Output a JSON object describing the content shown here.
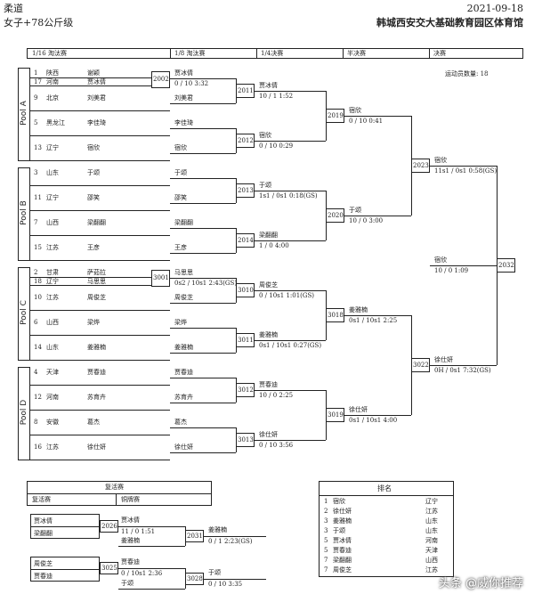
{
  "header": {
    "sport": "柔道",
    "event": "女子+78公斤级",
    "date": "2021-09-18",
    "venue": "韩城西安交大基础教育园区体育馆"
  },
  "rounds": [
    "1/16 淘汰赛",
    "1/8 淘汰赛",
    "1/4决赛",
    "半决赛",
    "决赛"
  ],
  "athlete_count": "运动员数量: 18",
  "pools": [
    "Pool A",
    "Pool B",
    "Pool C",
    "Pool D"
  ],
  "entries": [
    {
      "seed": "1",
      "prov": "陕西",
      "name": "谢颖"
    },
    {
      "seed": "17",
      "prov": "河南",
      "name": "贾冰倩"
    },
    {
      "seed": "9",
      "prov": "北京",
      "name": "刘美君"
    },
    {
      "seed": "5",
      "prov": "黑龙江",
      "name": "李佳琦"
    },
    {
      "seed": "13",
      "prov": "辽宁",
      "name": "宿欣"
    },
    {
      "seed": "3",
      "prov": "山东",
      "name": "于颂"
    },
    {
      "seed": "11",
      "prov": "辽宁",
      "name": "邵笑"
    },
    {
      "seed": "7",
      "prov": "山西",
      "name": "梁翻翻"
    },
    {
      "seed": "15",
      "prov": "江苏",
      "name": "王彦"
    },
    {
      "seed": "2",
      "prov": "甘肃",
      "name": "萨茹拉"
    },
    {
      "seed": "18",
      "prov": "辽宁",
      "name": "马思思"
    },
    {
      "seed": "10",
      "prov": "江苏",
      "name": "周俊芝"
    },
    {
      "seed": "6",
      "prov": "山西",
      "name": "梁烨"
    },
    {
      "seed": "14",
      "prov": "山东",
      "name": "姜雅楠"
    },
    {
      "seed": "4",
      "prov": "天津",
      "name": "贾春迪"
    },
    {
      "seed": "12",
      "prov": "河南",
      "name": "苏育卉"
    },
    {
      "seed": "8",
      "prov": "安徽",
      "name": "葛杰"
    },
    {
      "seed": "16",
      "prov": "江苏",
      "name": "徐仕妍"
    }
  ],
  "matches": {
    "m2002": {
      "no": "2002",
      "winner": "贾冰倩",
      "score": "0 / 10 3:32"
    },
    "m3001": {
      "no": "3001",
      "winner": "马思思",
      "score": "0s2 / 10s1 2:43(GS)"
    },
    "r8": [
      {
        "name": "贾冰倩"
      },
      {
        "name": "刘美君"
      },
      {
        "name": "李佳琦"
      },
      {
        "name": "宿欣"
      },
      {
        "name": "于颂"
      },
      {
        "name": "邵笑"
      },
      {
        "name": "梁翻翻"
      },
      {
        "name": "王彦"
      },
      {
        "name": "马思思"
      },
      {
        "name": "周俊芝"
      },
      {
        "name": "梁烨"
      },
      {
        "name": "姜雅楠"
      },
      {
        "name": "贾春迪"
      },
      {
        "name": "苏育卉"
      },
      {
        "name": "葛杰"
      },
      {
        "name": "徐仕妍"
      }
    ],
    "m2011": {
      "no": "2011",
      "winner": "贾冰倩",
      "score": "10 / 1 1:52"
    },
    "m2012": {
      "no": "2012",
      "winner": "宿欣",
      "score": "0 / 10 0:29"
    },
    "m2013": {
      "no": "2013",
      "winner": "于颂",
      "score": "1s1 / 0s1 0:18(GS)"
    },
    "m2014": {
      "no": "2014",
      "winner": "梁翻翻",
      "score": "1 / 0 4:00"
    },
    "m3010": {
      "no": "3010",
      "winner": "周俊芝",
      "score": "0 / 10s1 1:01(GS)"
    },
    "m3011": {
      "no": "3011",
      "winner": "姜雅楠",
      "score": "0s1 / 10s1 0:27(GS)"
    },
    "m3012": {
      "no": "3012",
      "winner": "贾春迪",
      "score": "10 / 0 2:25"
    },
    "m3013": {
      "no": "3013",
      "winner": "徐仕妍",
      "score": "0 / 10 3:56"
    },
    "m2019": {
      "no": "2019",
      "winner": "宿欣",
      "score": "0 / 10 0:41"
    },
    "m2020": {
      "no": "2020",
      "winner": "于颂",
      "score": "10 / 0 3:00"
    },
    "m3018": {
      "no": "3018",
      "winner": "姜雅楠",
      "score": "0s1 / 10s1 2:25"
    },
    "m3019": {
      "no": "3019",
      "winner": "徐仕妍",
      "score": "0s1 / 10s1 4:00"
    },
    "m2023": {
      "no": "2023",
      "winner": "宿欣",
      "score": "11s1 / 0s1 0:58(GS)"
    },
    "m3022": {
      "no": "3022",
      "winner": "徐仕妍",
      "score": "0H / 0s1 7:32(GS)"
    },
    "m2032": {
      "no": "2032",
      "winner": "宿欣",
      "score": "10 / 0 1:09"
    }
  },
  "repechage": {
    "header_left": "复活赛",
    "header_right": "铜牌赛",
    "top_title": "复活赛",
    "r2026": {
      "no": "2026",
      "a": "贾冰倩",
      "b": "梁翻翻",
      "winner": "贾冰倩",
      "score": "11 / 0 1:51",
      "loser_line": "姜雅楠"
    },
    "r2031": {
      "no": "2031",
      "winner": "姜雅楠",
      "score": "0 / 1 2:23(GS)"
    },
    "r3025": {
      "no": "3025",
      "a": "周俊芝",
      "b": "贾春迪",
      "winner": "贾春迪",
      "score": "0 / 10s1 2:36",
      "loser_line": "于颂"
    },
    "r3028": {
      "no": "3028",
      "winner": "于颂",
      "score": "0 / 10 3:35"
    }
  },
  "ranking": {
    "title": "排名",
    "rows": [
      {
        "rank": "1",
        "name": "宿欣",
        "prov": "辽宁"
      },
      {
        "rank": "2",
        "name": "徐仕妍",
        "prov": "江苏"
      },
      {
        "rank": "3",
        "name": "姜雅楠",
        "prov": "山东"
      },
      {
        "rank": "3",
        "name": "于颂",
        "prov": "山东"
      },
      {
        "rank": "5",
        "name": "贾冰倩",
        "prov": "河南"
      },
      {
        "rank": "5",
        "name": "贾春迪",
        "prov": "天津"
      },
      {
        "rank": "7",
        "name": "梁翻翻",
        "prov": "山西"
      },
      {
        "rank": "7",
        "name": "周俊芝",
        "prov": "江苏"
      }
    ]
  },
  "watermark": "头条 @威你推荐"
}
